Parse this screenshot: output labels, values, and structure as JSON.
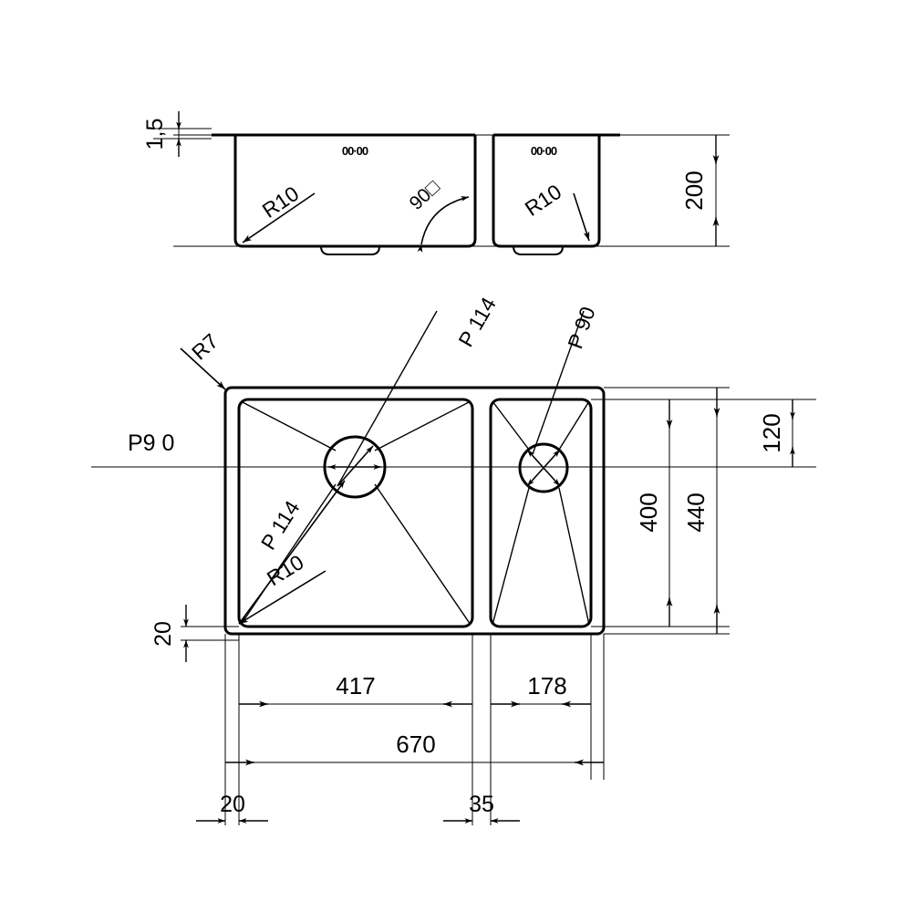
{
  "drawing": {
    "title": "Undermount double-bowl sink technical drawing",
    "units": "mm",
    "line_color": "#000000",
    "background_color": "#ffffff",
    "views": [
      {
        "name": "front-elevation",
        "label": ""
      },
      {
        "name": "top-plan",
        "label": ""
      }
    ]
  },
  "elevation": {
    "labels": {
      "thickness": "1,5",
      "height": "200",
      "left_radius": "R10",
      "right_radius": "R10",
      "angle": "90□",
      "left_mark": "00·00",
      "right_mark": "00·00"
    }
  },
  "plan": {
    "labels": {
      "corner_radius": "R7",
      "inner_radius": "R10",
      "left_waste_center": "P9 0",
      "left_waste_diameter": "P 114",
      "right_waste_diameter_top": "P 114",
      "right_waste_diameter": "P 90",
      "depth_inner": "400",
      "depth_outer": "440",
      "offset_top": "120",
      "offset_bottom": "20",
      "bowl_left_width": "417",
      "bowl_right_width": "178",
      "total_width": "670",
      "edge_left": "20",
      "divider": "35"
    }
  },
  "dimensions": {
    "overall_width_mm": 670,
    "overall_depth_mm": 440,
    "bowl_depth_mm": 400,
    "height_mm": 200,
    "material_thickness_mm": 1.5,
    "left_bowl_width_mm": 417,
    "right_bowl_width_mm": 178,
    "rim_edge_mm": 20,
    "divider_width_mm": 35,
    "top_offset_mm": 120,
    "bottom_offset_mm": 20,
    "corner_radius_mm": 7,
    "inner_radius_mm": 10,
    "left_waste_dia_mm": 114,
    "right_waste_dia_mm": 90,
    "corner_angle_deg": 90
  }
}
